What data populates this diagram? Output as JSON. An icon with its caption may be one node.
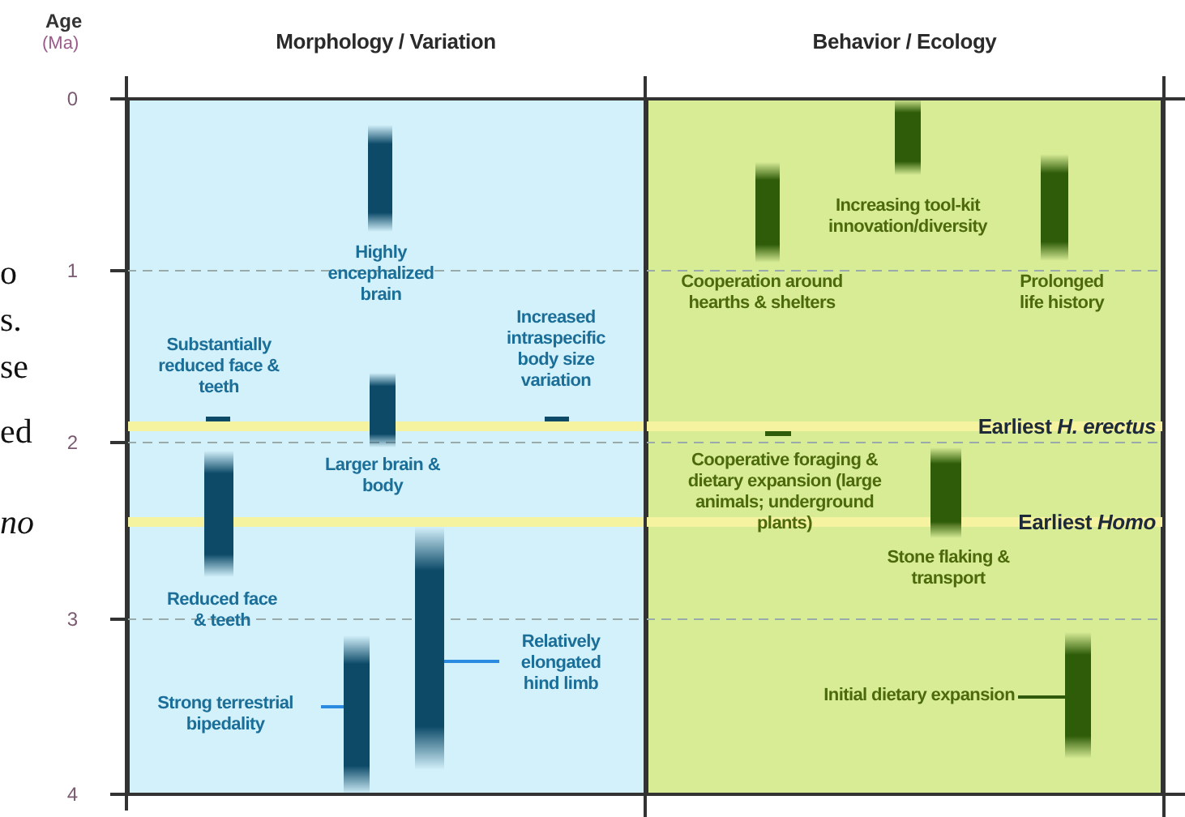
{
  "diagram": {
    "nodes": [
      {
        "text": [
          "Morphology / Variation"
        ]
      },
      {
        "text": [
          "Behavior / Ecology"
        ]
      },
      {
        "text": [],
        "shape": "bar",
        "in": 0,
        "beside": [
          "Highly encephalized brain"
        ]
      },
      {
        "text": [],
        "shape": "bar",
        "in": 0,
        "beside": [
          "Substantially reduced face & teeth"
        ]
      },
      {
        "text": [],
        "shape": "bar",
        "in": 0,
        "beside": [
          "Larger brain & body"
        ]
      },
      {
        "text": [],
        "shape": "bar",
        "in": 0,
        "beside": [
          "Increased intraspecific body size variation"
        ]
      },
      {
        "text": [],
        "shape": "bar",
        "in": 0,
        "beside": [
          "Reduced face & teeth"
        ]
      },
      {
        "text": [],
        "shape": "bar",
        "in": 0
      },
      {
        "text": [
          "Relatively elongated hind limb"
        ],
        "in": 0
      },
      {
        "text": [],
        "shape": "bar",
        "in": 0
      },
      {
        "text": [
          "Strong terrestrial bipedality"
        ],
        "in": 0
      },
      {
        "text": [],
        "shape": "bar",
        "in": 1,
        "beside": [
          "Increasing tool-kit innovation/diversity"
        ]
      },
      {
        "text": [],
        "shape": "bar",
        "in": 1,
        "beside": [
          "Cooperation around hearths & shelters"
        ]
      },
      {
        "text": [],
        "shape": "bar",
        "in": 1,
        "beside": [
          "Prolonged life history"
        ]
      },
      {
        "text": [],
        "shape": "bar",
        "in": 1,
        "beside": [
          "Cooperative foraging & dietary expansion (large animals; underground plants)"
        ]
      },
      {
        "text": [],
        "shape": "bar",
        "in": 1,
        "beside": [
          "Stone flaking & transport"
        ]
      },
      {
        "text": [],
        "shape": "bar",
        "in": 1
      },
      {
        "text": [
          "Initial dietary expansion"
        ],
        "in": 1
      }
    ],
    "edges": [
      {
        "from": 8,
        "to": 9,
        "arrow": "none"
      },
      {
        "from": 10,
        "to": 7,
        "arrow": "none"
      },
      {
        "from": 17,
        "to": 16,
        "arrow": "none",
        "color": "#2f5a0c"
      }
    ],
    "labels": [
      "Age",
      "(Ma)",
      "0",
      "1",
      "2",
      "3",
      "4",
      "Earliest *H. erectus*",
      "Earliest *Homo*",
      "o",
      "s.",
      "se",
      "ed",
      "no"
    ]
  }
}
